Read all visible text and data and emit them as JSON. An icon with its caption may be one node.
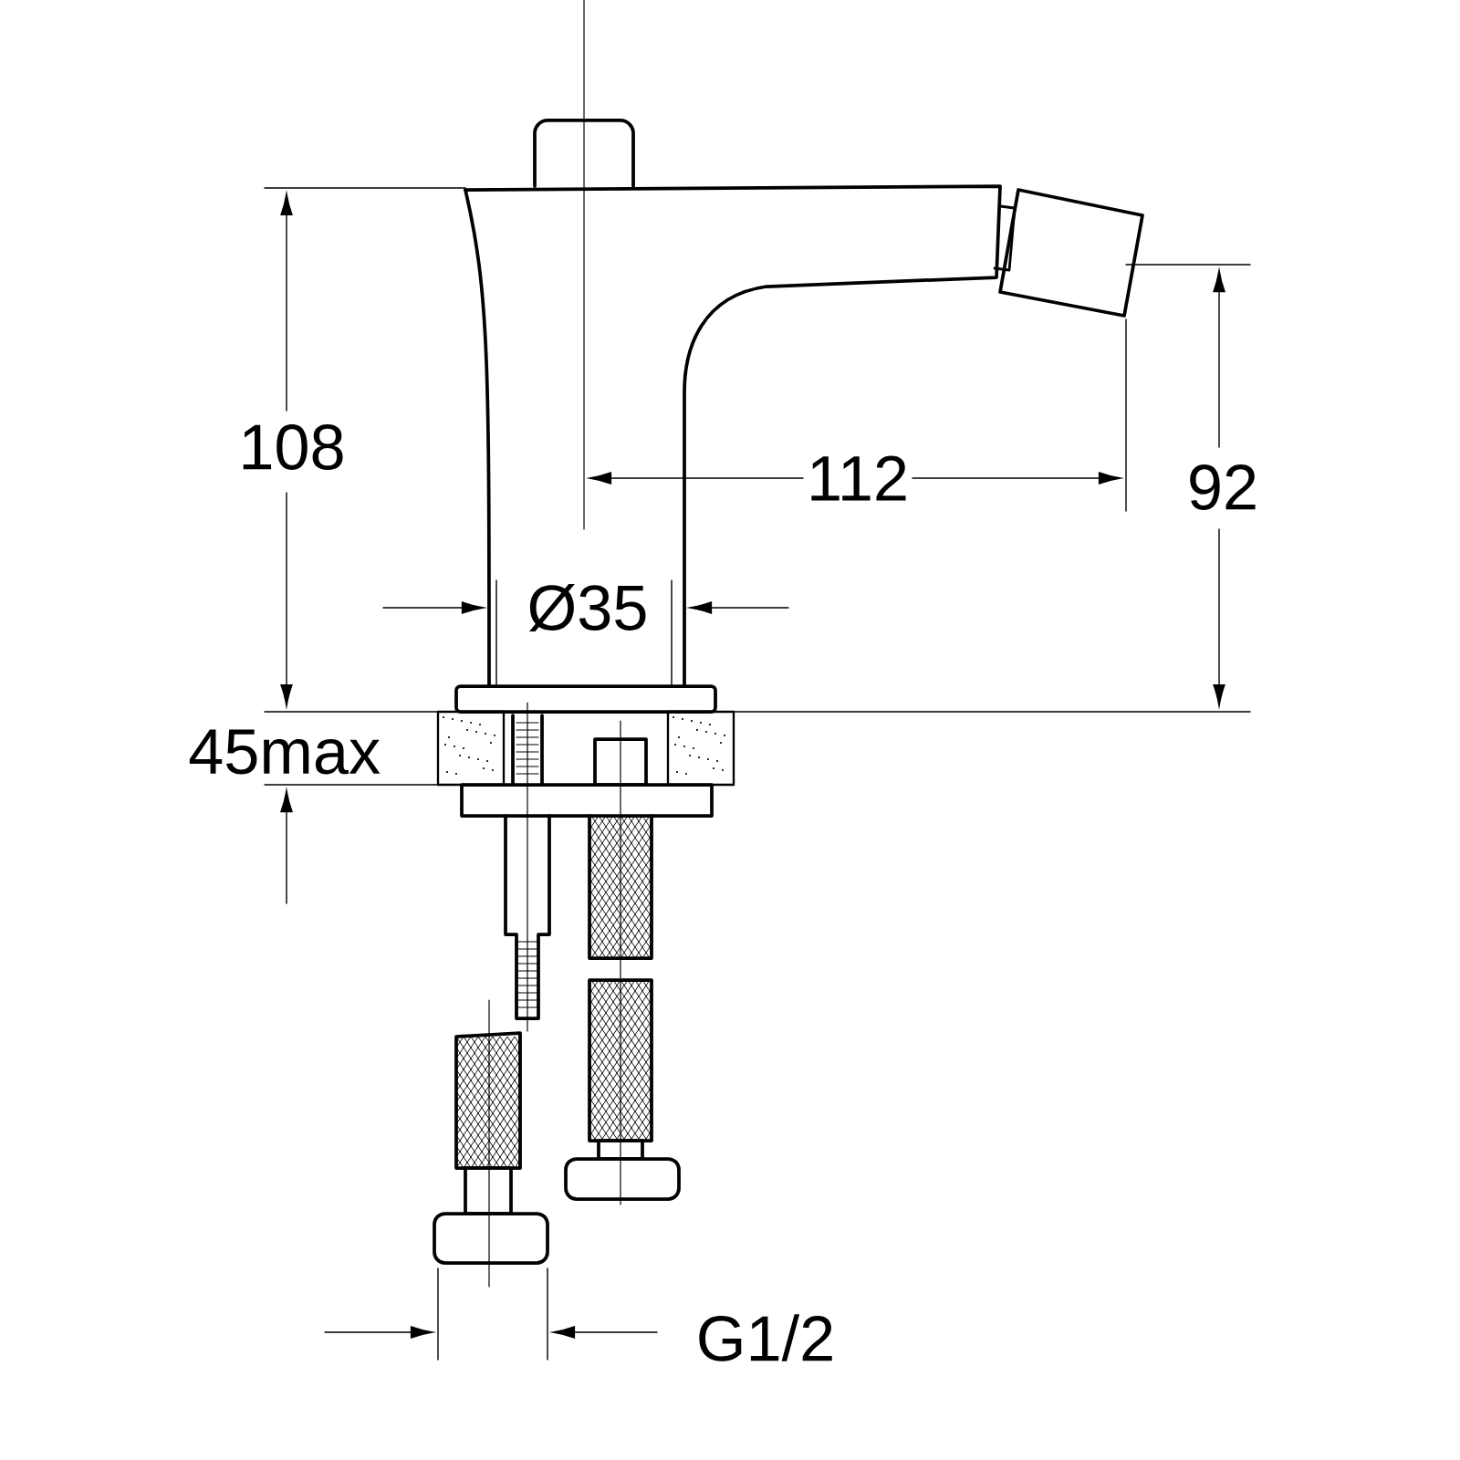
{
  "diagram": {
    "labels": [
      "108",
      "112",
      "92",
      "Ø35",
      "45max",
      "G1/2"
    ]
  }
}
